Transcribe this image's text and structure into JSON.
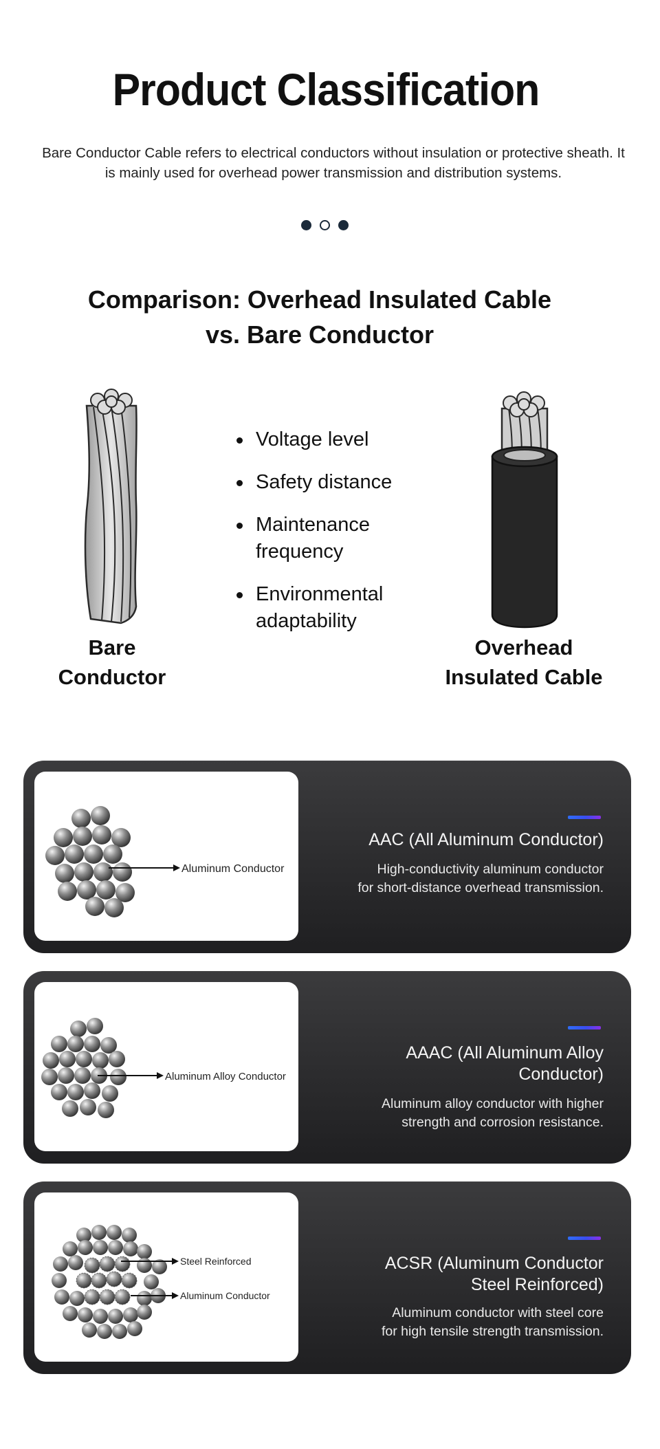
{
  "header": {
    "title": "Product Classification",
    "intro": "Bare Conductor Cable refers to electrical conductors without insulation or protective sheath. It is mainly used for overhead power transmission and distribution systems."
  },
  "comparison": {
    "title_line1": "Comparison: Overhead Insulated Cable",
    "title_line2": "vs. Bare Conductor",
    "left_label_line1": "Bare",
    "left_label_line2": "Conductor",
    "right_label_line1": "Overhead",
    "right_label_line2": "Insulated Cable",
    "features": [
      "Voltage level",
      "Safety distance",
      "Maintenance frequency",
      "Environmental adaptability"
    ]
  },
  "cards": [
    {
      "title_line1": "AAC (All Aluminum Conductor)",
      "title_line2": "",
      "desc_line1": "High-conductivity aluminum conductor",
      "desc_line2": "for short-distance overhead transmission.",
      "image_labels": [
        "Aluminum Conductor"
      ]
    },
    {
      "title_line1": "AAAC (All Aluminum Alloy",
      "title_line2": "Conductor)",
      "desc_line1": "Aluminum alloy conductor with higher",
      "desc_line2": "strength and corrosion resistance.",
      "image_labels": [
        "Aluminum Alloy Conductor"
      ]
    },
    {
      "title_line1": "ACSR (Aluminum Conductor",
      "title_line2": "Steel Reinforced)",
      "desc_line1": "Aluminum conductor with steel core",
      "desc_line2": "for high tensile strength transmission.",
      "image_labels": [
        "Steel Reinforced",
        "Aluminum Conductor"
      ]
    }
  ],
  "colors": {
    "card_bg_top": "#3b3b3d",
    "card_bg_bottom": "#1f1f21",
    "accent_start": "#2f6df6",
    "accent_end": "#8a2fe8",
    "dot": "#1b2a3a"
  }
}
